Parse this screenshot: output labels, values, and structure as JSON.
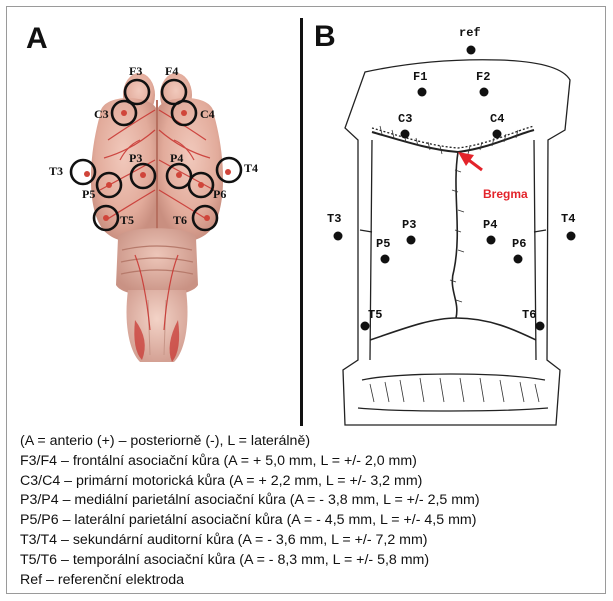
{
  "panels": {
    "a_letter": "A",
    "b_letter": "B"
  },
  "panel_a_labels": {
    "f3": "F3",
    "f4": "F4",
    "c3": "C3",
    "c4": "C4",
    "t3": "T3",
    "t4": "T4",
    "p3": "P3",
    "p4": "P4",
    "p5": "P5",
    "p6": "P6",
    "t5": "T5",
    "t6": "T6"
  },
  "panel_b_labels": {
    "ref": "ref",
    "f1": "F1",
    "f2": "F2",
    "c3": "C3",
    "c4": "C4",
    "t3": "T3",
    "t4": "T4",
    "p3": "P3",
    "p4": "P4",
    "p5": "P5",
    "p6": "P6",
    "t5": "T5",
    "t6": "T6",
    "bregma": "Bregma"
  },
  "colors": {
    "bregma_arrow": "#e3242b",
    "brain": "#e8b7a8",
    "vessels": "#c8322e"
  },
  "legend": [
    "(A = anterio (+) – posteriorně (-), L = laterálně)",
    "F3/F4 – frontální asociační kůra (A = + 5,0 mm, L = +/- 2,0 mm)",
    "C3/C4 – primární motorická kůra (A = + 2,2 mm, L = +/- 3,2 mm)",
    "P3/P4 – mediální parietální asociační kůra (A = - 3,8 mm, L = +/- 2,5 mm)",
    "P5/P6 – laterální parietální asociační kůra (A = - 4,5 mm, L = +/- 4,5 mm)",
    "T3/T4 – sekundární auditorní kůra (A = - 3,6 mm, L = +/- 7,2 mm)",
    "T5/T6 – temporální asociační kůra (A = - 8,3 mm, L = +/- 5,8 mm)",
    "Ref – referenční elektroda"
  ]
}
